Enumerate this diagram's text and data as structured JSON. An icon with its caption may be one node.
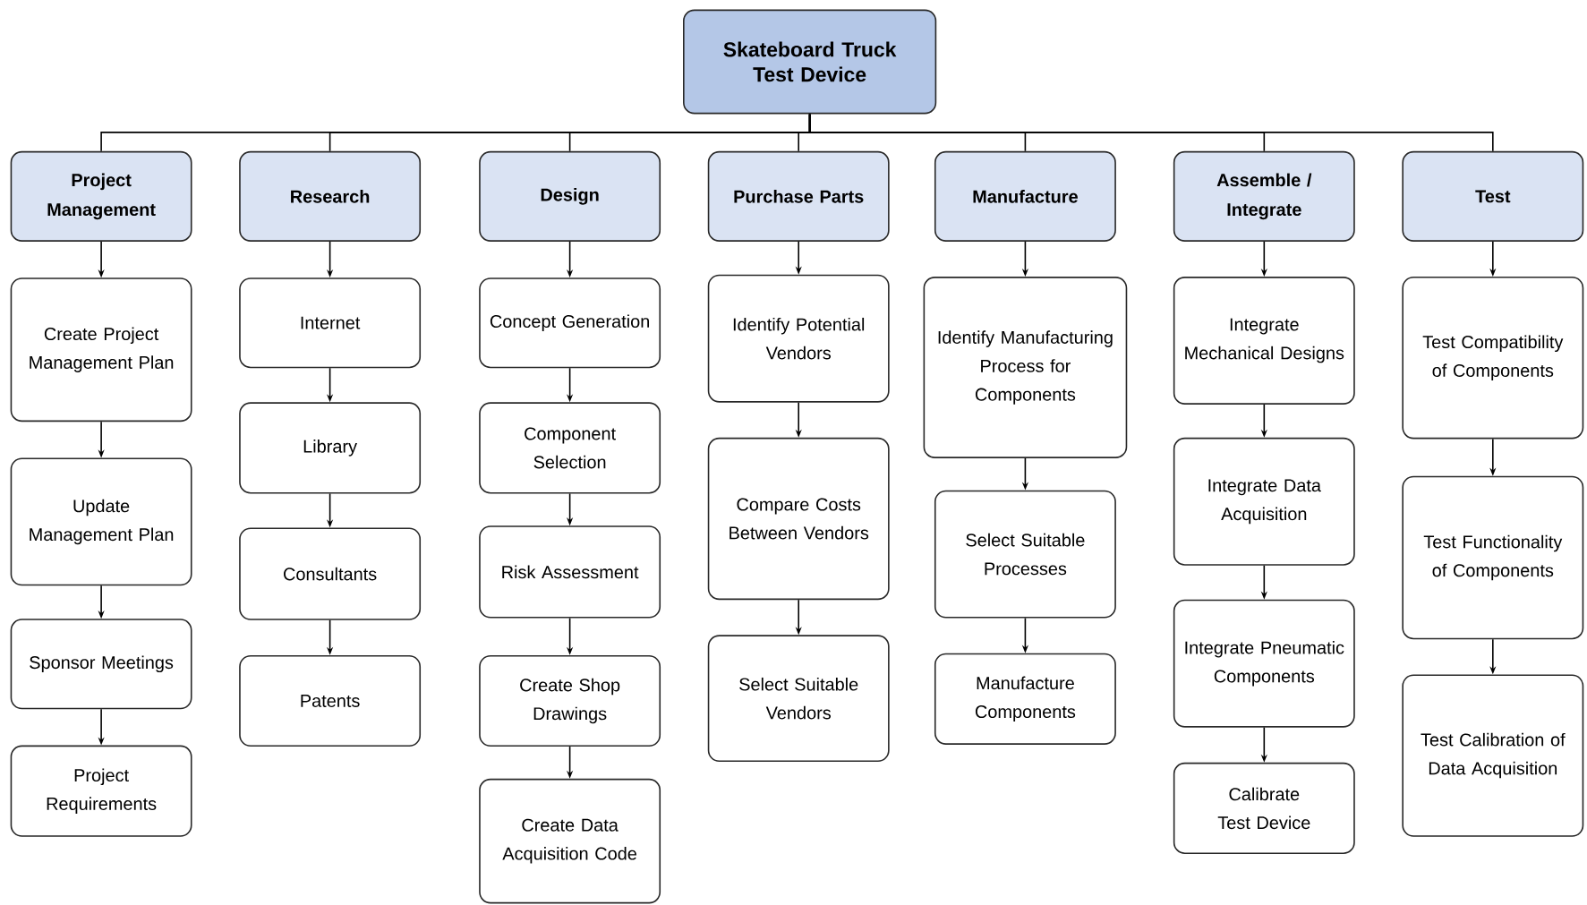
{
  "diagram": {
    "nodes": [
      {
        "text": [
          "Skateboard Truck Test Device"
        ]
      },
      {
        "text": [
          "Project Management"
        ]
      },
      {
        "text": [
          "Research"
        ]
      },
      {
        "text": [
          "Design"
        ]
      },
      {
        "text": [
          "Purchase Parts"
        ]
      },
      {
        "text": [
          "Manufacture"
        ]
      },
      {
        "text": [
          "Assemble / Integrate"
        ]
      },
      {
        "text": [
          "Test"
        ]
      },
      {
        "text": [
          "Create Project Management Plan"
        ]
      },
      {
        "text": [
          "Update Management Plan"
        ]
      },
      {
        "text": [
          "Sponsor Meetings"
        ]
      },
      {
        "text": [
          "Project Requirements"
        ]
      },
      {
        "text": [
          "Internet"
        ]
      },
      {
        "text": [
          "Library"
        ]
      },
      {
        "text": [
          "Consultants"
        ]
      },
      {
        "text": [
          "Patents"
        ]
      },
      {
        "text": [
          "Concept Generation"
        ]
      },
      {
        "text": [
          "Component Selection"
        ]
      },
      {
        "text": [
          "Risk Assessment"
        ]
      },
      {
        "text": [
          "Create Shop Drawings"
        ]
      },
      {
        "text": [
          "Create Data Acquisition Code"
        ]
      },
      {
        "text": [
          "Identify Potential Vendors"
        ]
      },
      {
        "text": [
          "Compare Costs Between Vendors"
        ]
      },
      {
        "text": [
          "Select Suitable Vendors"
        ]
      },
      {
        "text": [
          "Identify Manufacturing Process for Components"
        ]
      },
      {
        "text": [
          "Select Suitable Processes"
        ]
      },
      {
        "text": [
          "Manufacture Components"
        ]
      },
      {
        "text": [
          "Integrate Mechanical Designs"
        ]
      },
      {
        "text": [
          "Integrate Data Acquisition"
        ]
      },
      {
        "text": [
          "Integrate Pneumatic Components"
        ]
      },
      {
        "text": [
          "Calibrate Test Device"
        ]
      },
      {
        "text": [
          "Test Compatibility of Components"
        ]
      },
      {
        "text": [
          "Test Functionality of Components"
        ]
      },
      {
        "text": [
          "Test Calibration of Data Acquisition"
        ]
      }
    ],
    "edges": [
      {
        "from": 0,
        "to": 1,
        "arrow": "none"
      },
      {
        "from": 0,
        "to": 2,
        "arrow": "none"
      },
      {
        "from": 0,
        "to": 3,
        "arrow": "none"
      },
      {
        "from": 0,
        "to": 4,
        "arrow": "none"
      },
      {
        "from": 0,
        "to": 5,
        "arrow": "none"
      },
      {
        "from": 0,
        "to": 6,
        "arrow": "none"
      },
      {
        "from": 0,
        "to": 7,
        "arrow": "none"
      },
      {
        "from": 1,
        "to": 8,
        "arrow": "to"
      },
      {
        "from": 8,
        "to": 9,
        "arrow": "to"
      },
      {
        "from": 9,
        "to": 10,
        "arrow": "to"
      },
      {
        "from": 10,
        "to": 11,
        "arrow": "to"
      },
      {
        "from": 2,
        "to": 12,
        "arrow": "to"
      },
      {
        "from": 12,
        "to": 13,
        "arrow": "to"
      },
      {
        "from": 13,
        "to": 14,
        "arrow": "to"
      },
      {
        "from": 14,
        "to": 15,
        "arrow": "to"
      },
      {
        "from": 3,
        "to": 16,
        "arrow": "to"
      },
      {
        "from": 16,
        "to": 17,
        "arrow": "to"
      },
      {
        "from": 17,
        "to": 18,
        "arrow": "to"
      },
      {
        "from": 18,
        "to": 19,
        "arrow": "to"
      },
      {
        "from": 19,
        "to": 20,
        "arrow": "to"
      },
      {
        "from": 4,
        "to": 21,
        "arrow": "to"
      },
      {
        "from": 21,
        "to": 22,
        "arrow": "to"
      },
      {
        "from": 22,
        "to": 23,
        "arrow": "to"
      },
      {
        "from": 5,
        "to": 24,
        "arrow": "to"
      },
      {
        "from": 24,
        "to": 25,
        "arrow": "to"
      },
      {
        "from": 25,
        "to": 26,
        "arrow": "to"
      },
      {
        "from": 6,
        "to": 27,
        "arrow": "to"
      },
      {
        "from": 27,
        "to": 28,
        "arrow": "to"
      },
      {
        "from": 28,
        "to": 29,
        "arrow": "to"
      },
      {
        "from": 29,
        "to": 30,
        "arrow": "to"
      },
      {
        "from": 7,
        "to": 31,
        "arrow": "to"
      },
      {
        "from": 31,
        "to": 32,
        "arrow": "to"
      },
      {
        "from": 32,
        "to": 33,
        "arrow": "to"
      }
    ]
  }
}
